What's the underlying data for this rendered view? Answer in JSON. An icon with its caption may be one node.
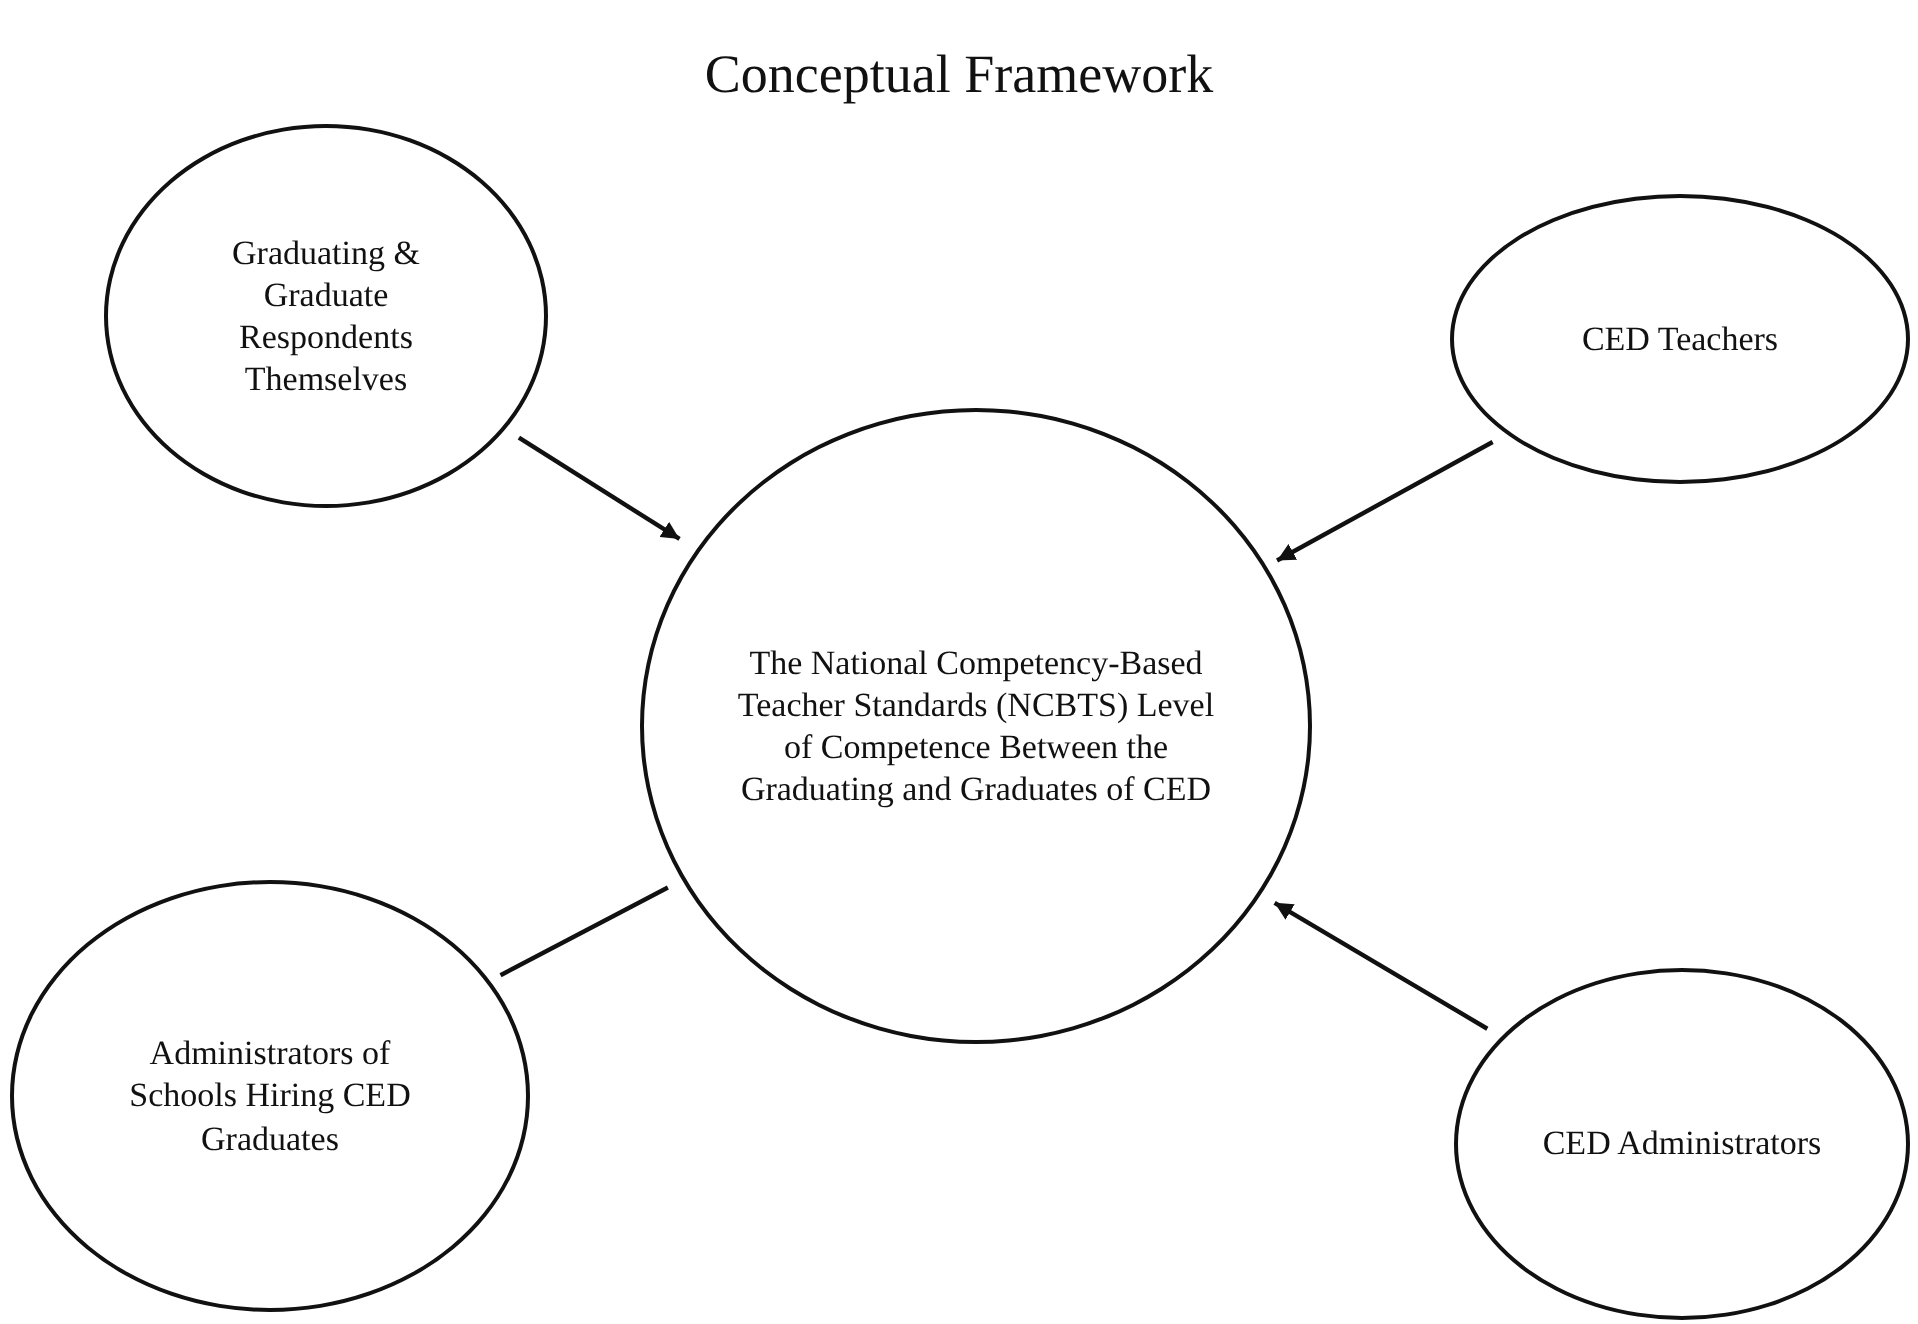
{
  "diagram": {
    "title": "Conceptual Framework",
    "nodes": [
      {
        "text": [
          "Graduating & Graduate Respondents Themselves"
        ]
      },
      {
        "text": [
          "CED Teachers"
        ]
      },
      {
        "text": [
          "The National Competency-Based Teacher Standards (NCBTS) Level of Competence Between the Graduating and Graduates of CED"
        ]
      },
      {
        "text": [
          "Administrators of Schools Hiring CED Graduates"
        ]
      },
      {
        "text": [
          "CED Administrators"
        ]
      }
    ],
    "edges": [
      {
        "from": 0,
        "to": 2,
        "arrow": "to"
      },
      {
        "from": 1,
        "to": 2,
        "arrow": "to"
      },
      {
        "from": 3,
        "to": 2,
        "arrow": "none"
      },
      {
        "from": 4,
        "to": 2,
        "arrow": "to"
      }
    ]
  }
}
